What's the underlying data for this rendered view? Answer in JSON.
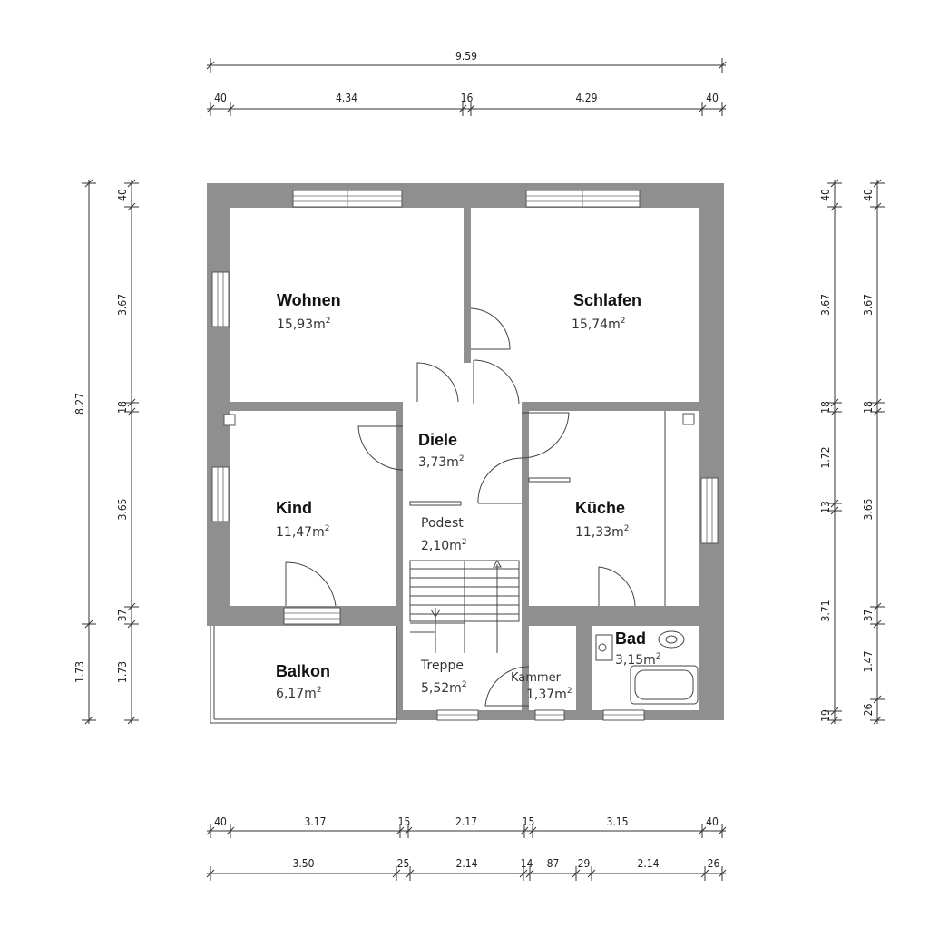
{
  "rooms": {
    "wohnen": {
      "name": "Wohnen",
      "area": "15,93m",
      "unit_exp": "2"
    },
    "schlafen": {
      "name": "Schlafen",
      "area": "15,74m",
      "unit_exp": "2"
    },
    "diele": {
      "name": "Diele",
      "area": "3,73m",
      "unit_exp": "2"
    },
    "kind": {
      "name": "Kind",
      "area": "11,47m",
      "unit_exp": "2"
    },
    "podest": {
      "name": "Podest",
      "area": "2,10m",
      "unit_exp": "2"
    },
    "kueche": {
      "name": "Küche",
      "area": "11,33m",
      "unit_exp": "2"
    },
    "bad": {
      "name": "Bad",
      "area": "3,15m",
      "unit_exp": "2"
    },
    "balkon": {
      "name": "Balkon",
      "area": "6,17m",
      "unit_exp": "2"
    },
    "treppe": {
      "name": "Treppe",
      "area": "5,52m",
      "unit_exp": "2"
    },
    "kammer": {
      "name": "Kammer",
      "area": "1,37m",
      "unit_exp": "2"
    }
  },
  "dimensions": {
    "top_overall": "9.59",
    "top_segments": [
      "40",
      "4.34",
      "16",
      "4.29",
      "40"
    ],
    "left_outer_overall": "8.27",
    "left_outer_balcony": "1.73",
    "left_inner_segments": [
      "40",
      "3.67",
      "18",
      "3.65",
      "37",
      "1.73"
    ],
    "right_inner_segments": [
      "40",
      "3.67",
      "18",
      "1.72",
      "13",
      "3.71",
      "19"
    ],
    "right_outer_segments": [
      "40",
      "3.67",
      "18",
      "3.65",
      "37",
      "1.47",
      "26"
    ],
    "bottom_inner_segments": [
      "40",
      "3.17",
      "15",
      "2.17",
      "15",
      "3.15",
      "40"
    ],
    "bottom_outer_segments": [
      "3.50",
      "25",
      "2.14",
      "14",
      "87",
      "29",
      "2.14",
      "26"
    ]
  }
}
